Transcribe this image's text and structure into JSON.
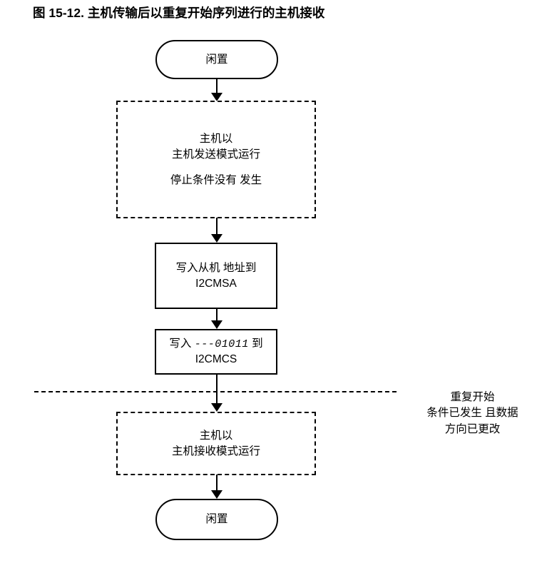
{
  "figure": {
    "label": "图 15-12.",
    "caption": "主机传输后以重复开始序列进行的主机接收",
    "full_title": "图 15-12. 主机传输后以重复开始序列进行的主机接收"
  },
  "diagram": {
    "type": "flowchart",
    "orientation": "top-to-bottom",
    "nodes": [
      {
        "id": "idle-top",
        "shape": "terminator",
        "border": "solid",
        "lines": [
          "闲置"
        ]
      },
      {
        "id": "master-transmit",
        "shape": "rectangle",
        "border": "dashed",
        "lines": [
          "主机以",
          "主机发送模式运行",
          "",
          "停止条件没有 发生"
        ]
      },
      {
        "id": "write-i2cmsa",
        "shape": "rectangle",
        "border": "solid",
        "lines": [
          "写入从机 地址到",
          "I2CMSA"
        ]
      },
      {
        "id": "write-i2cmcs",
        "shape": "rectangle",
        "border": "solid",
        "prefix": "写入",
        "value": "---01011",
        "suffix": "到",
        "register": "I2CMCS"
      },
      {
        "id": "master-receive",
        "shape": "rectangle",
        "border": "dashed",
        "lines": [
          "主机以",
          "主机接收模式运行"
        ]
      },
      {
        "id": "idle-bottom",
        "shape": "terminator",
        "border": "solid",
        "lines": [
          "闲置"
        ]
      }
    ],
    "annotation": {
      "id": "repeated-start",
      "lines": [
        "重复开始",
        "条件已发生 且数据",
        "方向已更改"
      ]
    },
    "separator": {
      "id": "repeated-start-separator",
      "style": "dashed"
    },
    "colors": {
      "stroke": "#000000",
      "fill": "#ffffff",
      "text": "#000000"
    }
  }
}
